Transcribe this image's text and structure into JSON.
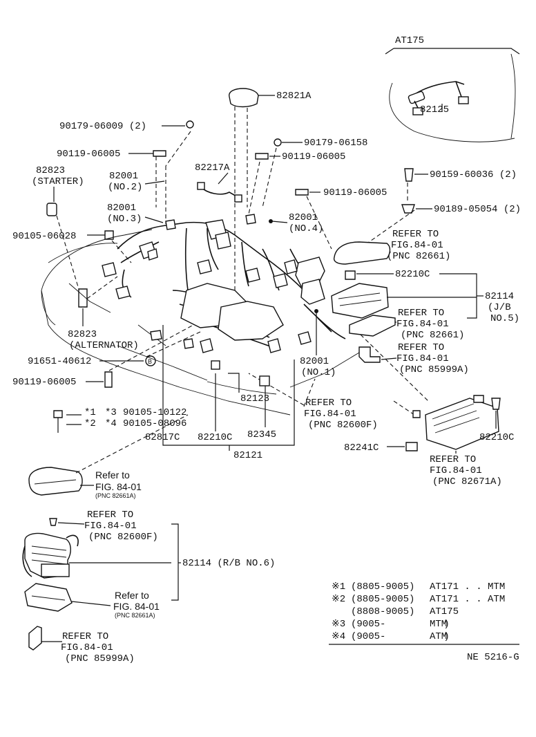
{
  "labels": {
    "at175": "AT175",
    "p82125": "82125",
    "p82821A": "82821A",
    "p90179_06009": "90179-06009 (2)",
    "p90179_06158": "90179-06158",
    "p90119_06005_a": "90119-06005",
    "p90119_06005_b": "90119-06005",
    "p90119_06005_c": "90119-06005",
    "p90119_06005_d": "90119-06005",
    "p82823_a": "82823",
    "starter": "(STARTER)",
    "p82001_a": "82001",
    "no2": "(NO.2)",
    "p82217A": "82217A",
    "p90159": "90159-60036 (2)",
    "p90189": "90189-05054 (2)",
    "p82001_b": "82001",
    "no3": "(NO.3)",
    "p82001_c": "82001",
    "no4": "(NO.4)",
    "p90105_06028": "90105-06028",
    "refer_to_1": "REFER TO",
    "fig_1": "FIG.84-01",
    "pnc_1": "(PNC 82661)",
    "p82210C_a": "82210C",
    "p82114": "82114",
    "jb": "(J/B",
    "no5": "NO.5)",
    "refer_to_2": "REFER TO",
    "fig_2": "FIG.84-01",
    "pnc_2": "(PNC 82661)",
    "refer_to_3": "REFER TO",
    "fig_3": "FIG.84-01",
    "pnc_3": "(PNC 85999A)",
    "p82823_b": "82823",
    "alternator": "(ALTERNATOR)",
    "p91651": "91651-40612",
    "p82001_d": "82001",
    "no1": "(NO.1)",
    "p82123": "82123",
    "refer_to_4": "REFER TO",
    "fig_4": "FIG.84-01",
    "pnc_4": "(PNC 82600F)",
    "star1": "*1",
    "star3": "*3",
    "p90105_10122": "90105-10122",
    "star2": "*2",
    "star4": "*4",
    "p90105_08096": "90105-08096",
    "p82817C": "82817C",
    "p82210C_b": "82210C",
    "p82345": "82345",
    "p82121": "82121",
    "p82241C": "82241C",
    "p82210C_c": "82210C",
    "refer_to_5": "REFER TO",
    "fig_5": "FIG.84-01",
    "pnc_5": "(PNC 82671A)",
    "refer_lc_1": "Refer to",
    "fig_lc_1": "FIG. 84-01",
    "pnc_lc_1": "(PNC 82661A)",
    "refer_to_6": "REFER TO",
    "fig_6": "FIG.84-01",
    "pnc_6": "(PNC 82600F)",
    "p82114_rb": "82114 (R/B NO.6)",
    "refer_lc_2": "Refer to",
    "fig_lc_2": "FIG. 84-01",
    "pnc_lc_2": "(PNC 82661A)",
    "refer_to_7": "REFER TO",
    "fig_7": "FIG.84-01",
    "pnc_7": "(PNC 85999A)",
    "code": "NE 5216-G",
    "b_mark": "B"
  },
  "legend": [
    {
      "mark": "※1",
      "range": "(8805-9005)",
      "model": "AT171 . . MTM"
    },
    {
      "mark": "※2",
      "range": "(8805-9005)",
      "model": "AT171 . . ATM"
    },
    {
      "mark": "",
      "range": "(8808-9005)",
      "model": "AT175"
    },
    {
      "mark": "※3",
      "range": "(9005-          )",
      "model": "MTM"
    },
    {
      "mark": "※4",
      "range": "(9005-          )",
      "model": "ATM"
    }
  ]
}
